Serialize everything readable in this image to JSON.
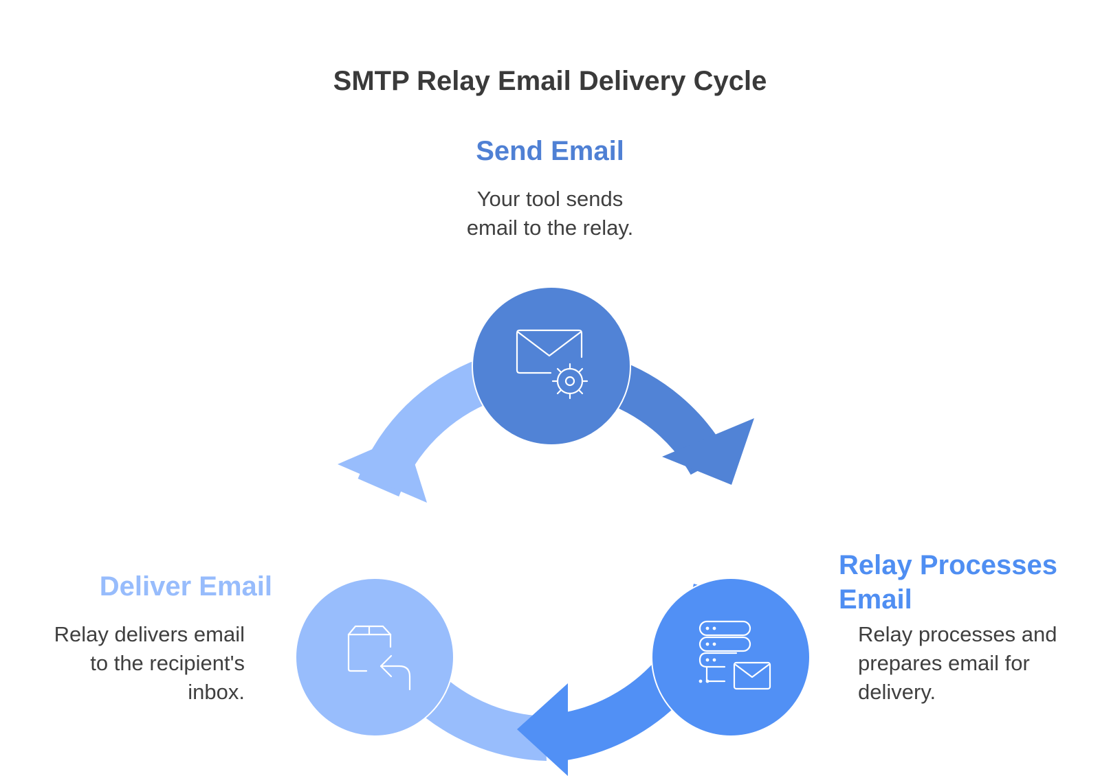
{
  "title": "SMTP Relay Email Delivery Cycle",
  "colors": {
    "send": "#5183d6",
    "relay": "#5190f5",
    "deliver": "#98bdfc",
    "icon_stroke": "#ffffff"
  },
  "steps": [
    {
      "id": "send",
      "title": "Send Email",
      "desc_lines": [
        "Your tool sends",
        "email to the relay."
      ],
      "icon": "email-gear-icon"
    },
    {
      "id": "relay",
      "title_lines": [
        "Relay Processes",
        "Email"
      ],
      "desc_lines": [
        "Relay processes and",
        "prepares email for",
        "delivery."
      ],
      "icon": "server-email-icon"
    },
    {
      "id": "deliver",
      "title": "Deliver Email",
      "desc_lines": [
        "Relay delivers email",
        "to the recipient's",
        "inbox."
      ],
      "icon": "box-return-icon"
    }
  ]
}
